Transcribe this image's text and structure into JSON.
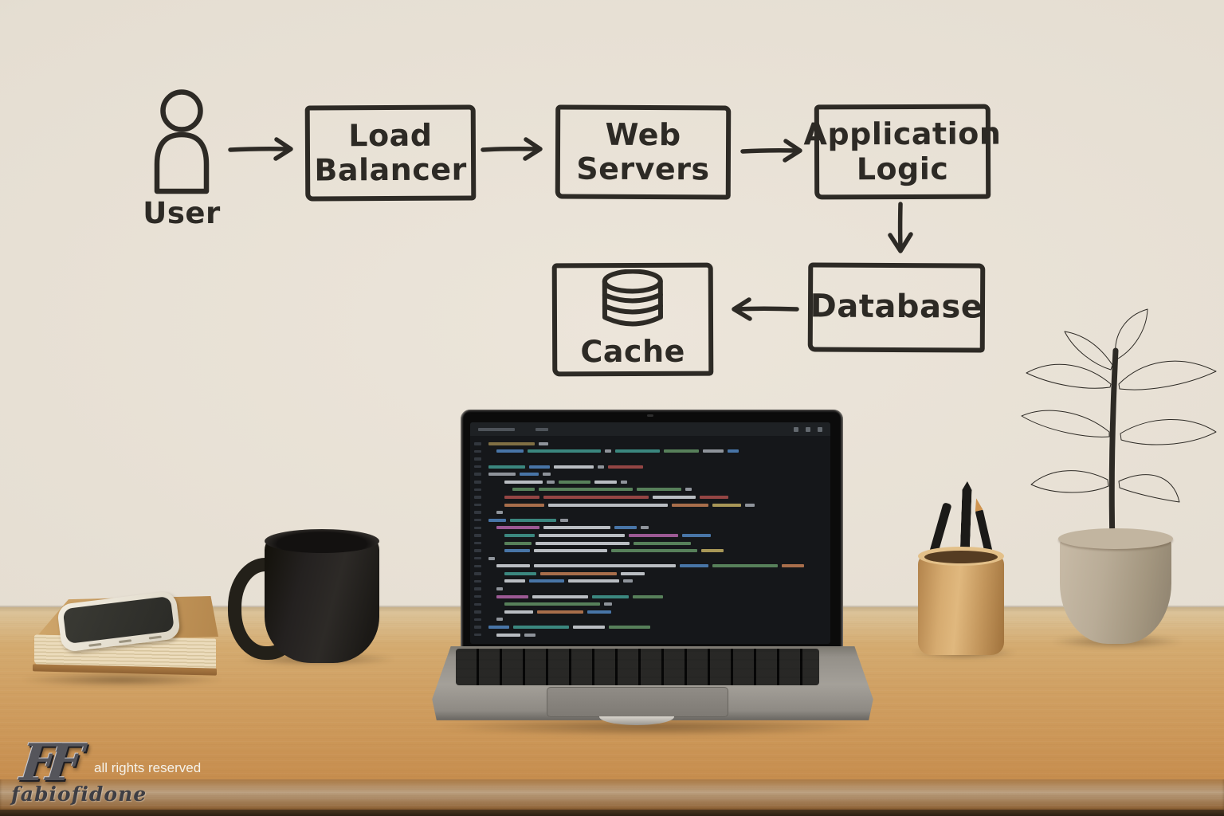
{
  "diagram": {
    "ink_color": "#2d2a25",
    "nodes": {
      "user": {
        "icon": "person-icon",
        "label": "User"
      },
      "load_balancer": {
        "lines": [
          "Load",
          "Balancer"
        ]
      },
      "web_servers": {
        "lines": [
          "Web",
          "Servers"
        ]
      },
      "application_logic": {
        "lines": [
          "Application",
          "Logic"
        ]
      },
      "database": {
        "label": "Database"
      },
      "cache": {
        "icon": "database-cylinder-icon",
        "label": "Cache"
      }
    },
    "flow": [
      "user -> load_balancer",
      "load_balancer -> web_servers",
      "web_servers -> application_logic",
      "application_logic -> database",
      "database -> cache"
    ]
  },
  "laptop": {
    "screen": {
      "editor_theme": "dark",
      "titlebar_bg": "#1e2124",
      "background": "#15171a",
      "palette": {
        "tan": "#8a7748",
        "blue": "#4d7eb3",
        "teal": "#3f9188",
        "green": "#5d8a5f",
        "orange": "#b5764f",
        "pink": "#a85f9e",
        "red": "#a04a48",
        "yellow": "#b5a35c",
        "gray": "#9aa0a6",
        "white": "#c8ccd0"
      },
      "code_lines": [
        {
          "i": 0,
          "s": [
            [
              "tan",
              58
            ],
            [
              "gray",
              12
            ]
          ]
        },
        {
          "i": 1,
          "s": [
            [
              "blue",
              34
            ],
            [
              "teal",
              92
            ],
            [
              "gray",
              8
            ],
            [
              "teal",
              56
            ],
            [
              "green",
              44
            ],
            [
              "gray",
              26
            ],
            [
              "blue",
              14
            ]
          ]
        },
        {
          "i": 0,
          "s": []
        },
        {
          "i": 0,
          "s": [
            [
              "teal",
              46
            ],
            [
              "blue",
              26
            ],
            [
              "white",
              50
            ],
            [
              "gray",
              8
            ],
            [
              "red",
              44
            ]
          ]
        },
        {
          "i": 0,
          "s": [
            [
              "gray",
              34
            ],
            [
              "blue",
              24
            ],
            [
              "gray",
              10
            ]
          ]
        },
        {
          "i": 2,
          "s": [
            [
              "white",
              48
            ],
            [
              "gray",
              10
            ],
            [
              "green",
              40
            ],
            [
              "white",
              28
            ],
            [
              "gray",
              8
            ]
          ]
        },
        {
          "i": 3,
          "s": [
            [
              "green",
              28
            ],
            [
              "green",
              118
            ],
            [
              "green",
              56
            ],
            [
              "gray",
              8
            ]
          ]
        },
        {
          "i": 2,
          "s": [
            [
              "red",
              44
            ],
            [
              "red",
              132
            ],
            [
              "white",
              54
            ],
            [
              "red",
              36
            ]
          ]
        },
        {
          "i": 2,
          "s": [
            [
              "orange",
              50
            ],
            [
              "white",
              150
            ],
            [
              "orange",
              46
            ],
            [
              "yellow",
              36
            ],
            [
              "gray",
              12
            ]
          ]
        },
        {
          "i": 1,
          "s": [
            [
              "gray",
              8
            ]
          ]
        },
        {
          "i": 0,
          "s": [
            [
              "blue",
              22
            ],
            [
              "teal",
              58
            ],
            [
              "gray",
              10
            ]
          ]
        },
        {
          "i": 1,
          "s": [
            [
              "pink",
              54
            ],
            [
              "white",
              84
            ],
            [
              "blue",
              28
            ],
            [
              "gray",
              10
            ]
          ]
        },
        {
          "i": 2,
          "s": [
            [
              "teal",
              38
            ],
            [
              "white",
              108
            ],
            [
              "pink",
              62
            ],
            [
              "blue",
              36
            ]
          ]
        },
        {
          "i": 2,
          "s": [
            [
              "green",
              34
            ],
            [
              "white",
              118
            ],
            [
              "green",
              72
            ]
          ]
        },
        {
          "i": 2,
          "s": [
            [
              "blue",
              32
            ],
            [
              "white",
              92
            ],
            [
              "green",
              108
            ],
            [
              "yellow",
              28
            ]
          ]
        },
        {
          "i": 0,
          "s": [
            [
              "gray",
              8
            ]
          ]
        },
        {
          "i": 1,
          "s": [
            [
              "white",
              42
            ],
            [
              "white",
              178
            ],
            [
              "blue",
              36
            ],
            [
              "green",
              82
            ],
            [
              "orange",
              28
            ]
          ]
        },
        {
          "i": 2,
          "s": [
            [
              "teal",
              40
            ],
            [
              "orange",
              96
            ],
            [
              "white",
              30
            ]
          ]
        },
        {
          "i": 2,
          "s": [
            [
              "white",
              26
            ],
            [
              "blue",
              44
            ],
            [
              "white",
              64
            ],
            [
              "gray",
              12
            ]
          ]
        },
        {
          "i": 1,
          "s": [
            [
              "gray",
              8
            ]
          ]
        },
        {
          "i": 1,
          "s": [
            [
              "pink",
              40
            ],
            [
              "white",
              70
            ],
            [
              "teal",
              46
            ],
            [
              "green",
              38
            ]
          ]
        },
        {
          "i": 2,
          "s": [
            [
              "green",
              120
            ],
            [
              "gray",
              10
            ]
          ]
        },
        {
          "i": 2,
          "s": [
            [
              "white",
              36
            ],
            [
              "orange",
              58
            ],
            [
              "blue",
              30
            ]
          ]
        },
        {
          "i": 1,
          "s": [
            [
              "gray",
              8
            ]
          ]
        },
        {
          "i": 0,
          "s": [
            [
              "blue",
              26
            ],
            [
              "teal",
              70
            ],
            [
              "white",
              40
            ],
            [
              "green",
              52
            ]
          ]
        },
        {
          "i": 1,
          "s": [
            [
              "white",
              30
            ],
            [
              "gray",
              14
            ]
          ]
        }
      ]
    }
  },
  "scene": {
    "wall_color": "#e6dfd3",
    "desk_color": "#d0a063",
    "objects": [
      "book",
      "smartphone",
      "coffee-mug",
      "laptop",
      "pen-holder",
      "potted-plant"
    ]
  },
  "watermark": {
    "logo_text": "FF",
    "signature": "fabiofidone",
    "rights": "all rights reserved"
  }
}
